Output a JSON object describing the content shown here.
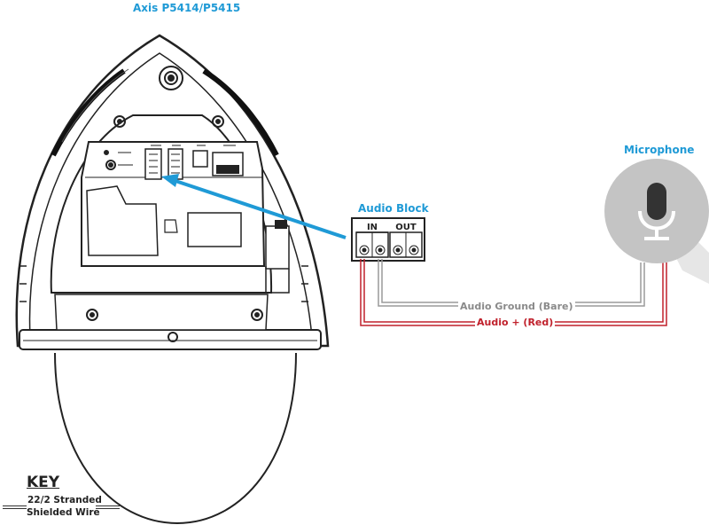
{
  "camera": {
    "title": "Axis P5414/P5415"
  },
  "audio_block": {
    "title": "Audio Block",
    "in_label": "IN",
    "out_label": "OUT"
  },
  "microphone": {
    "title": "Microphone"
  },
  "wires": {
    "ground_label": "Audio Ground (Bare)",
    "positive_label": "Audio + (Red)"
  },
  "key": {
    "title": "KEY",
    "line1": "22/2 Stranded",
    "line2": "Shielded Wire"
  },
  "colors": {
    "label_blue": "#1f9ad6",
    "wire_red": "#c0202b",
    "wire_gray": "#9a9a9a",
    "mic_gray": "#c4c4c4"
  }
}
